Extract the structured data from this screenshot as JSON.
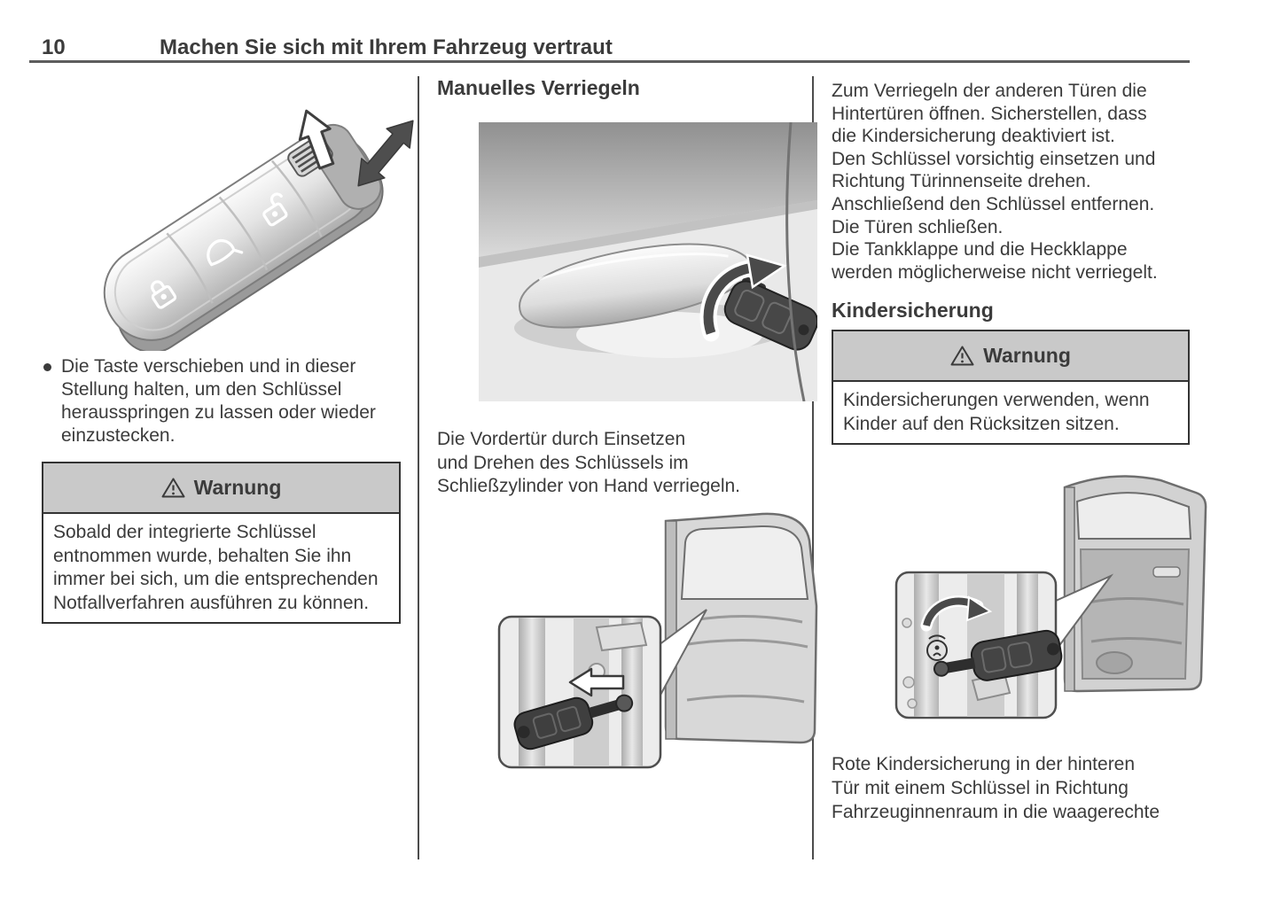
{
  "page": {
    "number": "10",
    "title": "Machen Sie sich mit Ihrem Fahrzeug vertraut"
  },
  "left_column": {
    "bullet_lines": [
      "Die Taste verschieben und in dieser",
      "Stellung halten, um den Schlüssel",
      "herausspringen zu lassen oder wieder",
      "einzustecken."
    ],
    "warning": {
      "title": "Warnung",
      "body_lines": [
        "Sobald der integrierte Schlüssel",
        "entnommen wurde, behalten Sie ihn",
        "immer bei sich, um die entsprechenden",
        "Notfallverfahren ausführen zu können."
      ]
    }
  },
  "middle_column": {
    "heading": "Manuelles Verriegeln",
    "paragraph_lines": [
      "Die Vordertür durch Einsetzen",
      "und Drehen des Schlüssels im",
      "Schließzylinder von Hand verriegeln."
    ]
  },
  "right_column": {
    "paragraph1_lines": [
      "Zum Verriegeln der anderen Türen die",
      "Hintertüren öffnen. Sicherstellen, dass",
      "die Kindersicherung deaktiviert ist."
    ],
    "paragraph2_lines": [
      "Den Schlüssel vorsichtig einsetzen und",
      "Richtung Türinnenseite drehen.",
      "Anschließend den Schlüssel entfernen.",
      "Die Türen schließen."
    ],
    "paragraph3_lines": [
      "Die Tankklappe und die Heckklappe",
      "werden möglicherweise nicht verriegelt."
    ],
    "heading": "Kindersicherung",
    "warning": {
      "title": "Warnung",
      "body_lines": [
        "Kindersicherungen verwenden, wenn",
        "Kinder auf den Rücksitzen sitzen."
      ]
    },
    "bottom_paragraph_lines": [
      "Rote Kindersicherung in der hinteren",
      "Tür mit einem Schlüssel in Richtung",
      "Fahrzeuginnenraum in die waagerechte"
    ]
  },
  "figures": {
    "key_fob": "key-fob-with-slide-button",
    "door_handle": "door-handle-with-key-locking",
    "front_door": "front-door-lock-cylinder-inset",
    "rear_door": "rear-door-child-lock-inset"
  },
  "icons": {
    "warning": "warning-triangle-icon",
    "bullet": "bullet-dot-icon"
  },
  "colors": {
    "text": "#3b3b3b",
    "warning_header_bg": "#c9c9c9",
    "box_border": "#333333",
    "divider": "#4c4c4c"
  }
}
